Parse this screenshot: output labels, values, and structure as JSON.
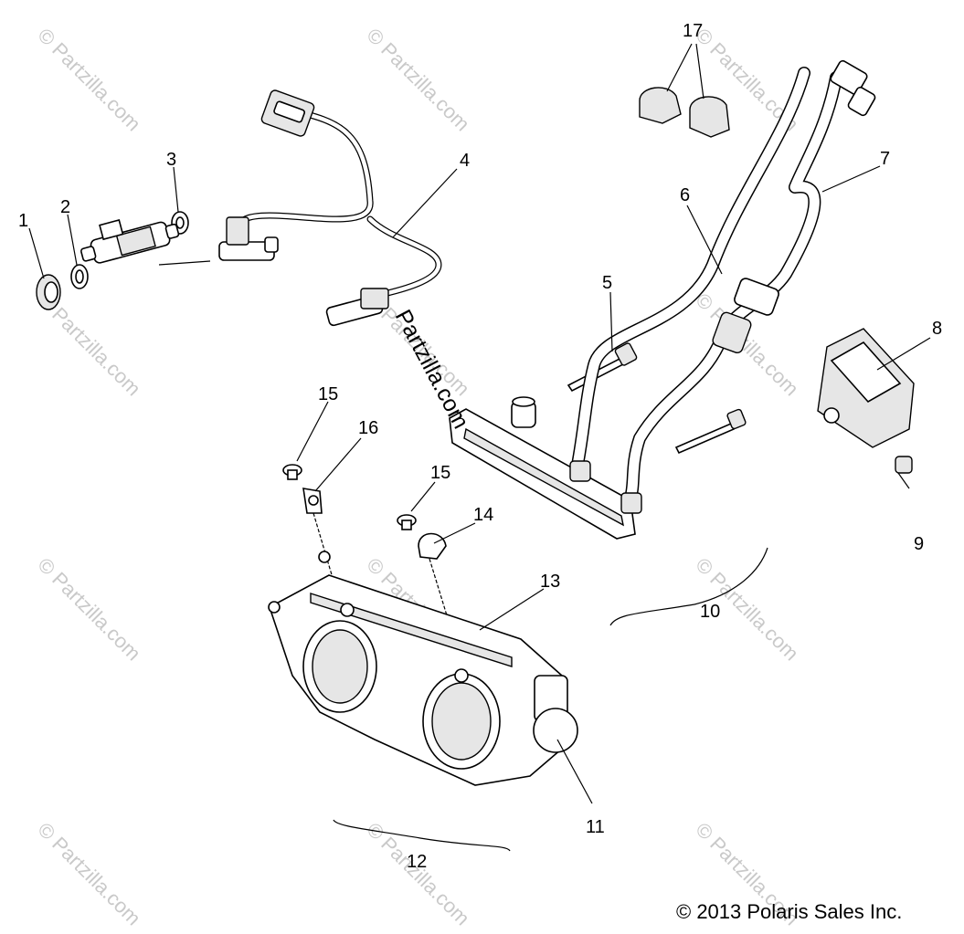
{
  "callouts": [
    {
      "id": "1",
      "label": "1"
    },
    {
      "id": "2",
      "label": "2"
    },
    {
      "id": "3",
      "label": "3"
    },
    {
      "id": "4",
      "label": "4"
    },
    {
      "id": "5",
      "label": "5"
    },
    {
      "id": "6",
      "label": "6"
    },
    {
      "id": "7",
      "label": "7"
    },
    {
      "id": "8",
      "label": "8"
    },
    {
      "id": "9",
      "label": "9"
    },
    {
      "id": "10",
      "label": "10"
    },
    {
      "id": "11",
      "label": "11"
    },
    {
      "id": "12",
      "label": "12"
    },
    {
      "id": "13",
      "label": "13"
    },
    {
      "id": "14",
      "label": "14"
    },
    {
      "id": "15a",
      "label": "15"
    },
    {
      "id": "15b",
      "label": "15"
    },
    {
      "id": "16",
      "label": "16"
    },
    {
      "id": "17",
      "label": "17"
    }
  ],
  "copyright": "© 2013 Polaris Sales Inc.",
  "watermark": "© Partzilla.com",
  "center_watermark": "Partzilla.com"
}
